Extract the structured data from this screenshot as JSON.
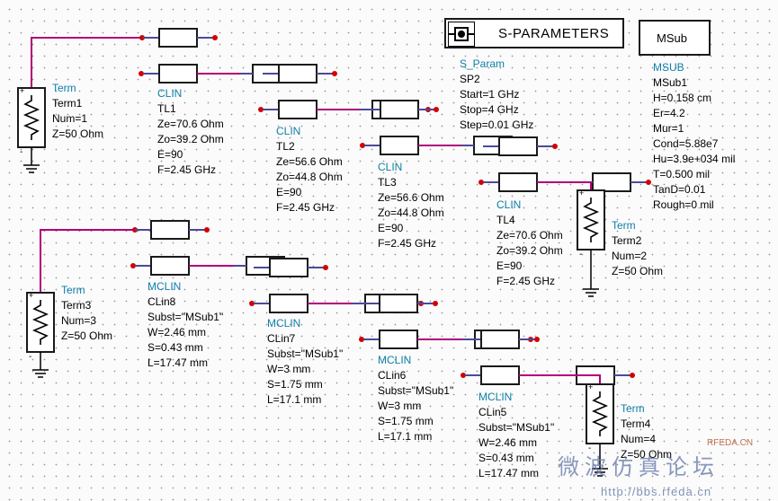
{
  "sparams": {
    "title": "S-PARAMETERS",
    "type": "S_Param",
    "name": "SP2",
    "start": "Start=1 GHz",
    "stop": "Stop=4 GHz",
    "step": "Step=0.01 GHz"
  },
  "msub": {
    "box_title": "MSub",
    "type": "MSUB",
    "name": "MSub1",
    "params": [
      "H=0.158 cm",
      "Er=4.2",
      "Mur=1",
      "Cond=5.88e7",
      "Hu=3.9e+034 mil",
      "T=0.500 mil",
      "TanD=0.01",
      "Rough=0 mil"
    ]
  },
  "terms": [
    {
      "type": "Term",
      "name": "Term1",
      "num": "Num=1",
      "z": "Z=50 Ohm"
    },
    {
      "type": "Term",
      "name": "Term2",
      "num": "Num=2",
      "z": "Z=50 Ohm"
    },
    {
      "type": "Term",
      "name": "Term3",
      "num": "Num=3",
      "z": "Z=50 Ohm"
    },
    {
      "type": "Term",
      "name": "Term4",
      "num": "Num=4",
      "z": "Z=50 Ohm"
    }
  ],
  "clines": [
    {
      "type": "CLIN",
      "name": "TL1",
      "params": [
        "Ze=70.6 Ohm",
        "Zo=39.2 Ohm",
        "E=90",
        "F=2.45 GHz"
      ]
    },
    {
      "type": "CLIN",
      "name": "TL2",
      "params": [
        "Ze=56.6 Ohm",
        "Zo=44.8 Ohm",
        "E=90",
        "F=2.45 GHz"
      ]
    },
    {
      "type": "CLIN",
      "name": "TL3",
      "params": [
        "Ze=56.6 Ohm",
        "Zo=44.8 Ohm",
        "E=90",
        "F=2.45 GHz"
      ]
    },
    {
      "type": "CLIN",
      "name": "TL4",
      "params": [
        "Ze=70.6 Ohm",
        "Zo=39.2 Ohm",
        "E=90",
        "F=2.45 GHz"
      ]
    }
  ],
  "mclines": [
    {
      "type": "MCLIN",
      "name": "CLin8",
      "params": [
        "Subst=\"MSub1\"",
        "W=2.46 mm",
        "S=0.43 mm",
        "L=17.47 mm"
      ]
    },
    {
      "type": "MCLIN",
      "name": "CLin7",
      "params": [
        "Subst=\"MSub1\"",
        "W=3 mm",
        "S=1.75 mm",
        "L=17.1 mm"
      ]
    },
    {
      "type": "MCLIN",
      "name": "CLin6",
      "params": [
        "Subst=\"MSub1\"",
        "W=3 mm",
        "S=1.75 mm",
        "L=17.1 mm"
      ]
    },
    {
      "type": "MCLIN",
      "name": "CLin5",
      "params": [
        "Subst=\"MSub1\"",
        "W=2.46 mm",
        "S=0.43 mm",
        "L=17.47 mm"
      ]
    }
  ],
  "watermark": {
    "logo": "RFEDA.CN",
    "cn": "微波仿真论坛",
    "url": "http://bbs.rfeda.cn"
  },
  "colors": {
    "wire": "#b0007a",
    "pin": "#d40000",
    "label_type": "#0f7fa8",
    "component": "#1a1a1a"
  }
}
